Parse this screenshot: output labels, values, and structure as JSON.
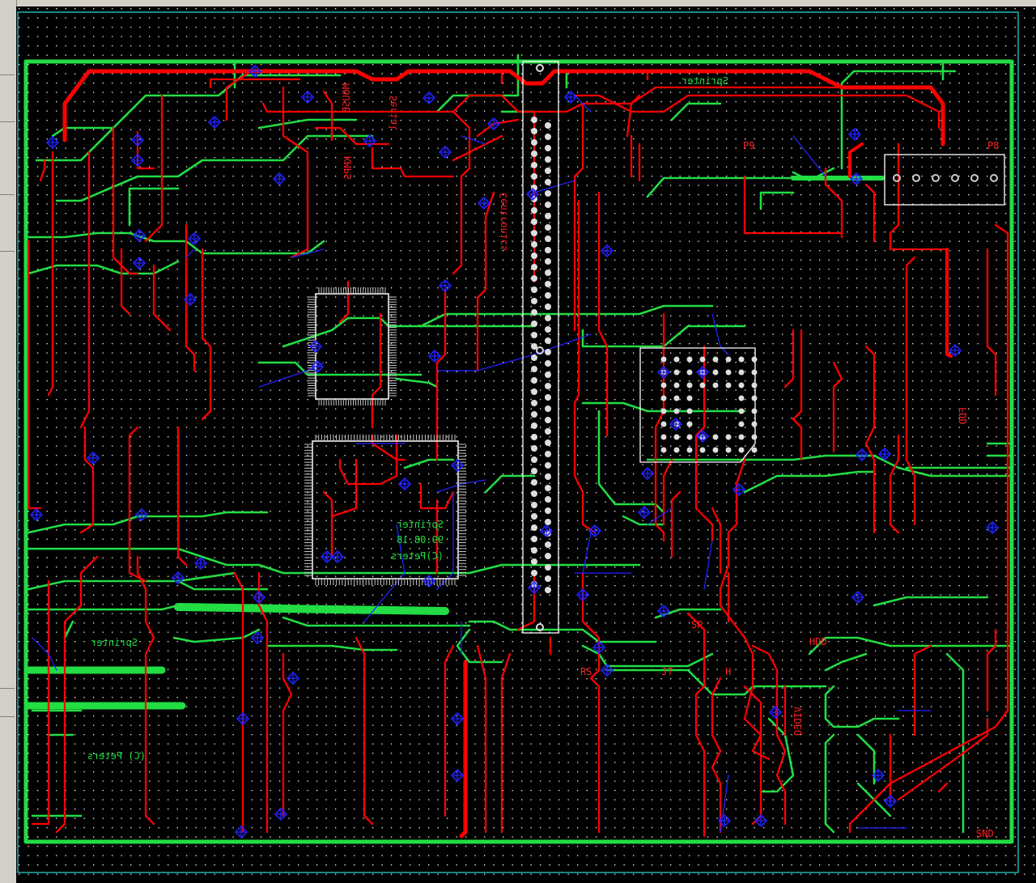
{
  "colors": {
    "background": "#000000",
    "top_layer": "#ff0000",
    "bottom_layer": "#22dd44",
    "via": "#2222ff",
    "silkscreen": "#ffffff",
    "board_border": "#22e0e0",
    "grid": "#ffffff"
  },
  "labels": {
    "sprinter_top": "Sprinter",
    "mouse": "MOUSE",
    "serial": "Serial",
    "kmps": "KMPS",
    "centronics": "Centronics",
    "p9": "P9",
    "p8": "P8",
    "fdd": "FDD",
    "sp": "SP",
    "hdd": "HDD",
    "rs": "RS",
    "jt": "JT",
    "h": "H",
    "video": "VIDEO",
    "snd": "SND",
    "sprinter_left": "Sprinter",
    "peters_left": "(C) Peters",
    "chip_sprinter": "Sprinter",
    "chip_date": "99.08.18",
    "chip_peters": "(C)Peters"
  }
}
